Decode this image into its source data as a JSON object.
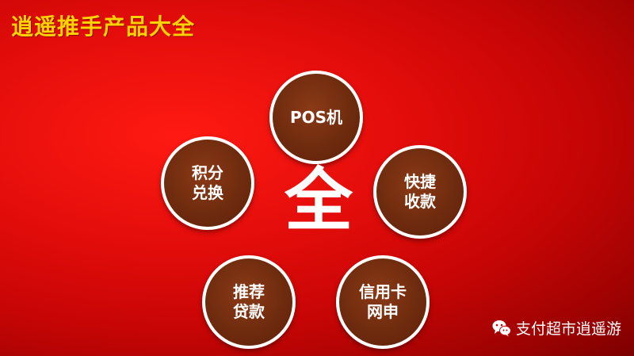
{
  "title": "逍遥推手产品大全",
  "center_char": "全",
  "nodes": {
    "pos": {
      "line1": "POS机"
    },
    "kuaijie": {
      "line1": "快捷",
      "line2": "收款"
    },
    "xinyongka": {
      "line1": "信用卡",
      "line2": "网申"
    },
    "tuijian": {
      "line1": "推荐",
      "line2": "贷款"
    },
    "jifen": {
      "line1": "积分",
      "line2": "兑换"
    }
  },
  "watermark": {
    "text": "支付超市逍遥游",
    "icon": "wechat-icon"
  },
  "colors": {
    "background": "#e30d0b",
    "title": "#ffd200",
    "node_fill": "#6f2b0e",
    "node_border": "#ffffff",
    "arrow": "#ffd8d0"
  }
}
